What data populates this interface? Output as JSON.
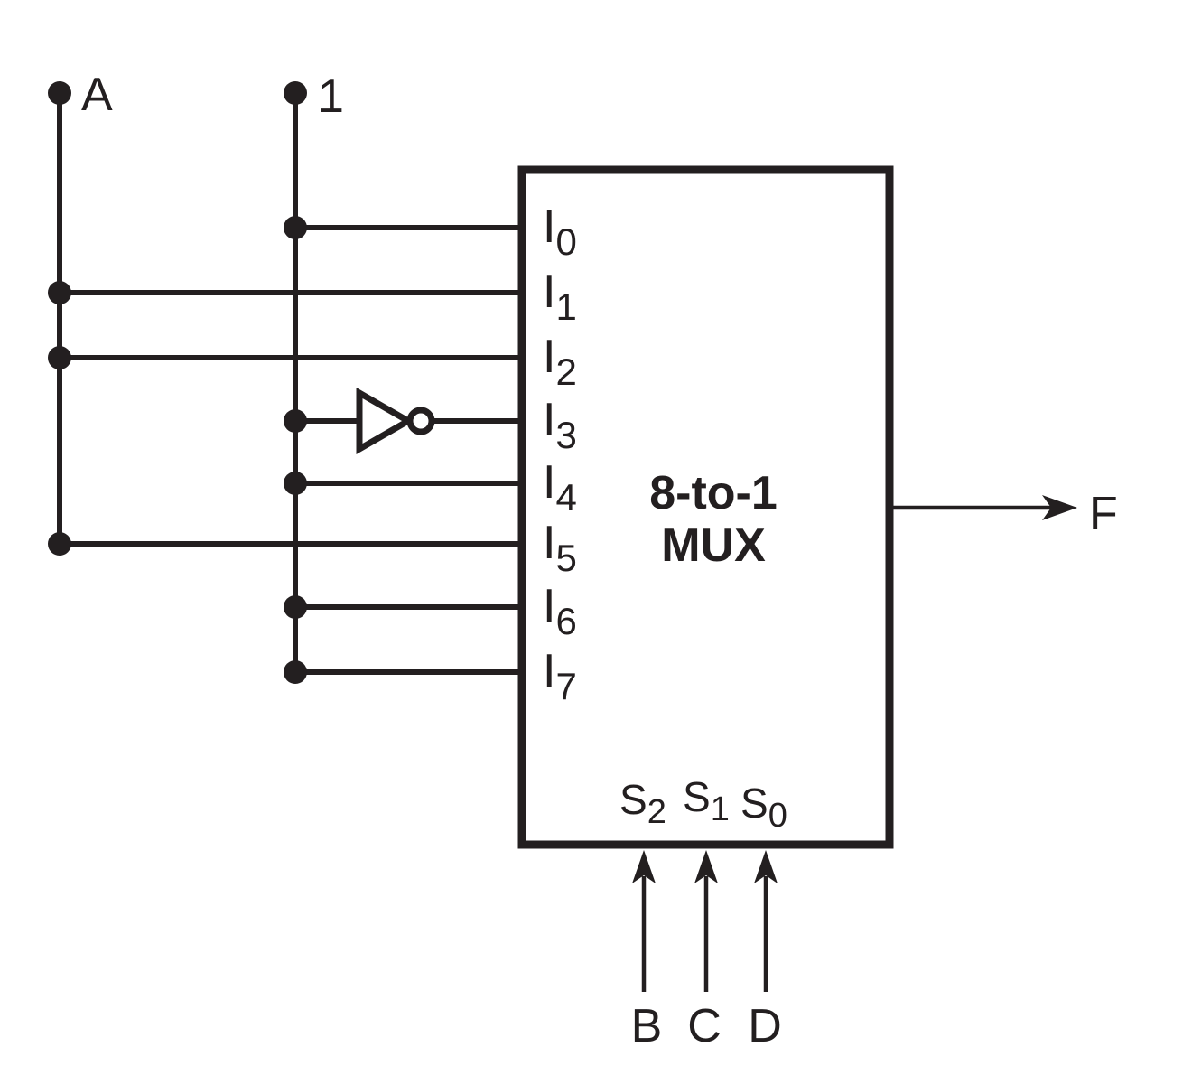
{
  "colors": {
    "ink": "#231f20",
    "background": "#ffffff"
  },
  "rails": [
    {
      "label": "A"
    },
    {
      "label": "1"
    }
  ],
  "mux": {
    "title_line1": "8-to-1",
    "title_line2": "MUX",
    "inputs": [
      {
        "base": "I",
        "sub": "0"
      },
      {
        "base": "I",
        "sub": "1"
      },
      {
        "base": "I",
        "sub": "2"
      },
      {
        "base": "I",
        "sub": "3"
      },
      {
        "base": "I",
        "sub": "4"
      },
      {
        "base": "I",
        "sub": "5"
      },
      {
        "base": "I",
        "sub": "6"
      },
      {
        "base": "I",
        "sub": "7"
      }
    ],
    "selects": [
      {
        "base": "S",
        "sub": "2"
      },
      {
        "base": "S",
        "sub": "1"
      },
      {
        "base": "S",
        "sub": "0"
      }
    ],
    "select_sources": [
      "B",
      "C",
      "D"
    ],
    "output_label": "F"
  }
}
